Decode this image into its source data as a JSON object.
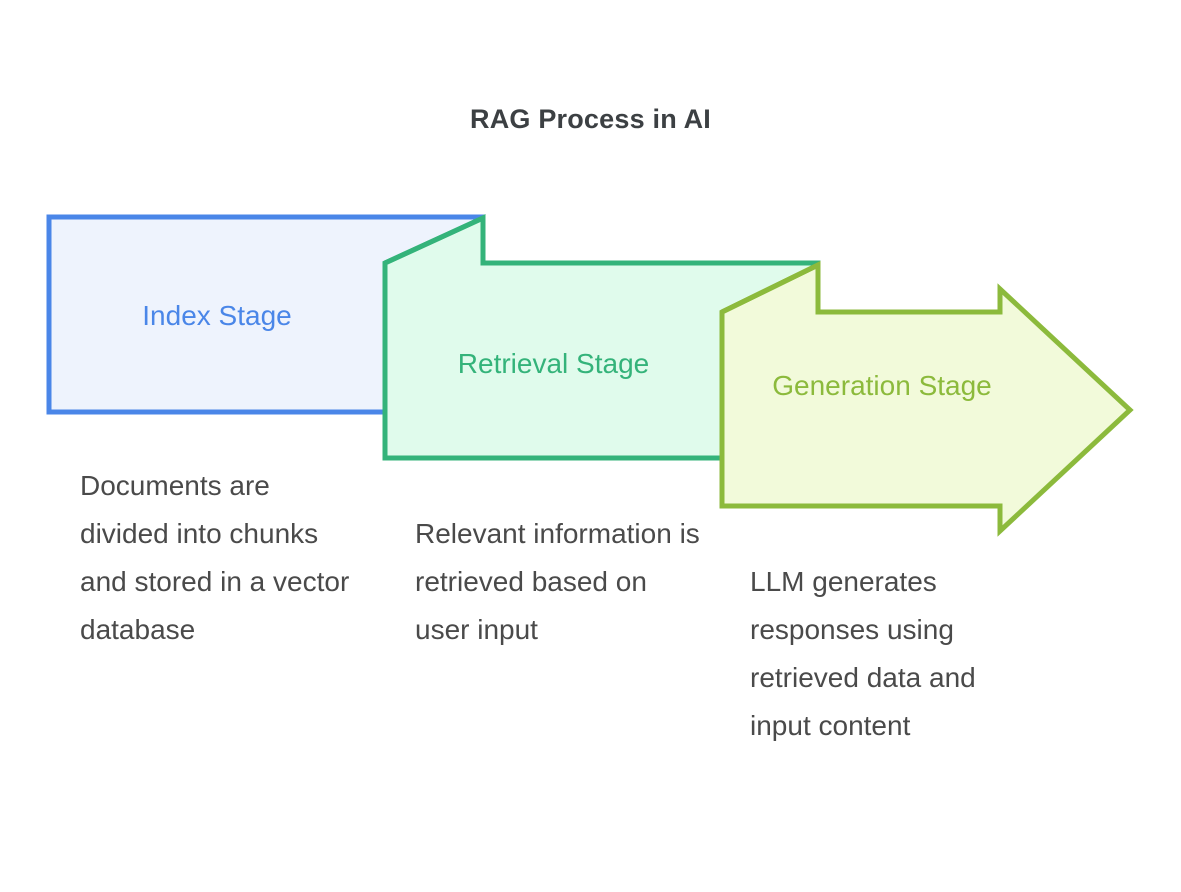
{
  "title": "RAG Process in AI",
  "diagram": {
    "type": "process-flow-chevron",
    "stages": [
      {
        "id": "index",
        "label": "Index Stage",
        "description": "Documents are divided into chunks and stored in a vector database",
        "fill": "#eef3fd",
        "stroke": "#4a86e8",
        "text_color": "#4a86e8",
        "shape": "rectangle"
      },
      {
        "id": "retrieval",
        "label": "Retrieval Stage",
        "description": "Relevant information is retrieved based on user input",
        "fill": "#e0fbec",
        "stroke": "#34b37a",
        "text_color": "#34b37a",
        "shape": "folded-rectangle"
      },
      {
        "id": "generation",
        "label": "Generation Stage",
        "description": "LLM generates responses using retrieved data and input content",
        "fill": "#f2fada",
        "stroke": "#8cba3c",
        "text_color": "#8cba3c",
        "shape": "folded-arrow"
      }
    ]
  },
  "colors": {
    "background": "#ffffff",
    "title_color": "#3c4043",
    "description_color": "#4a4a4a"
  }
}
